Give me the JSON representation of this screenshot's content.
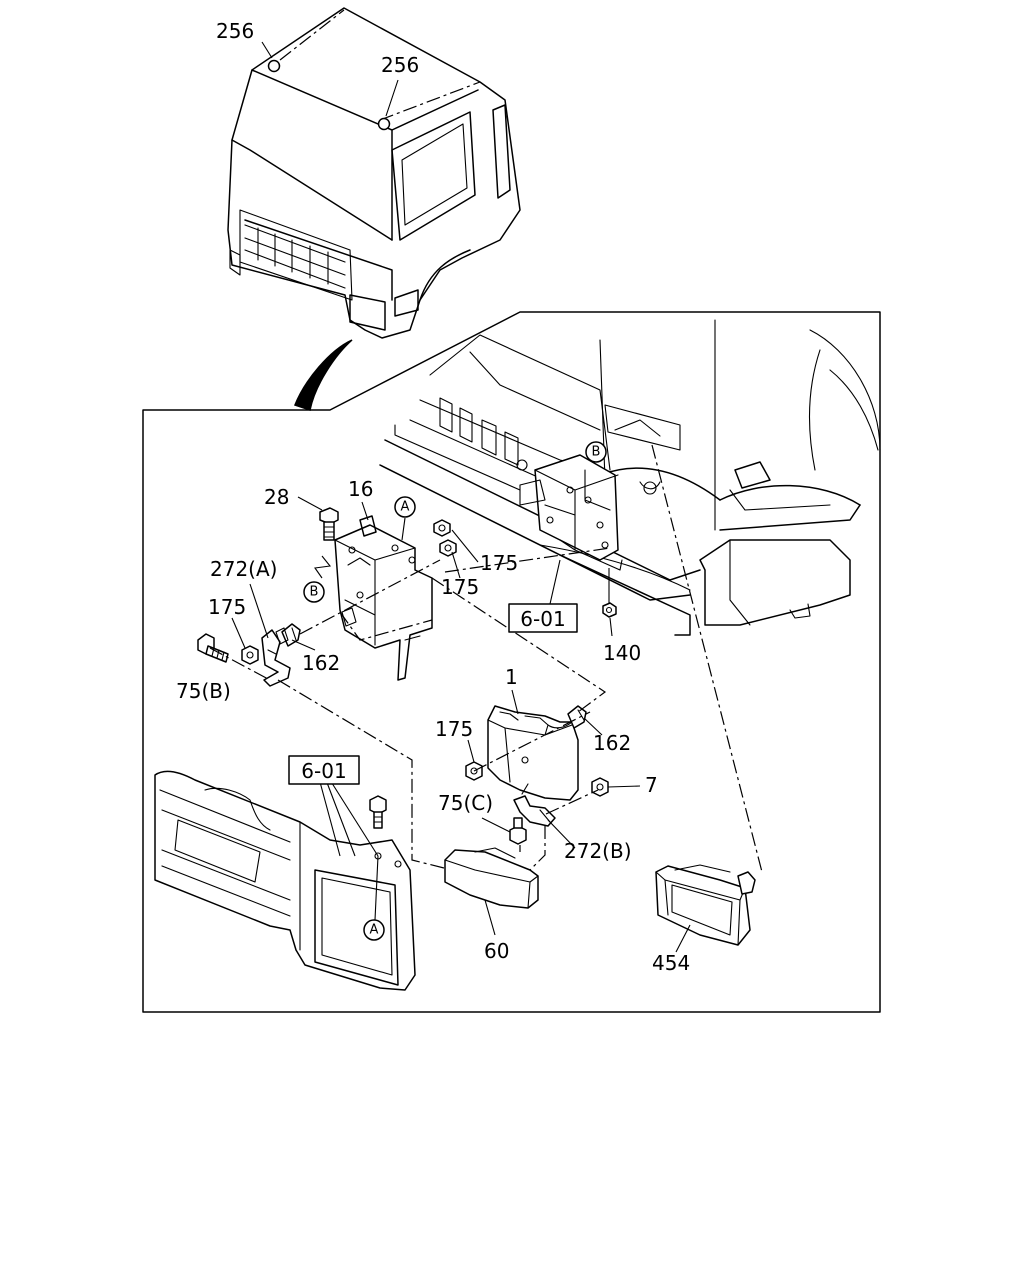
{
  "callouts": {
    "c256a": "256",
    "c256b": "256",
    "c28": "28",
    "c16": "16",
    "c175a": "175",
    "c175b": "175",
    "c175c": "175",
    "c175d": "175",
    "c272a": "272(A)",
    "c272b": "272(B)",
    "c162a": "162",
    "c162b": "162",
    "c75b": "75(B)",
    "c75c": "75(C)",
    "c140": "140",
    "c1": "1",
    "c7": "7",
    "c60": "60",
    "c454": "454"
  },
  "refs": {
    "ref601a": "6-01",
    "ref601b": "6-01"
  },
  "markers": {
    "markerA1": "A",
    "markerA2": "A",
    "markerB1": "B",
    "markerB2": "B"
  }
}
